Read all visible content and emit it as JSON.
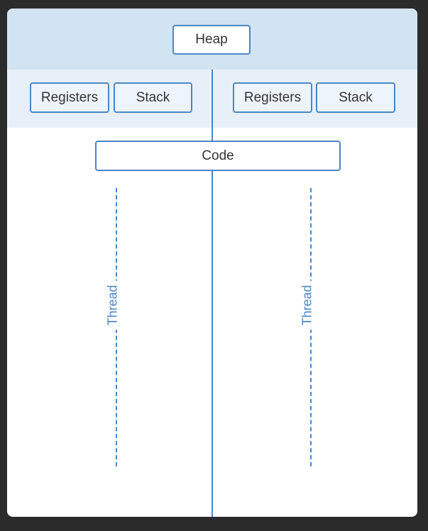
{
  "heap_label": "Heap",
  "threads": [
    {
      "registers_label": "Registers",
      "stack_label": "Stack",
      "thread_label": "Thread"
    },
    {
      "registers_label": "Registers",
      "stack_label": "Stack",
      "thread_label": "Thread"
    }
  ],
  "code_label": "Code",
  "colors": {
    "accent": "#4b86c6",
    "heap_band": "#d2e3f2",
    "registers_band": "#e7f0f9"
  }
}
